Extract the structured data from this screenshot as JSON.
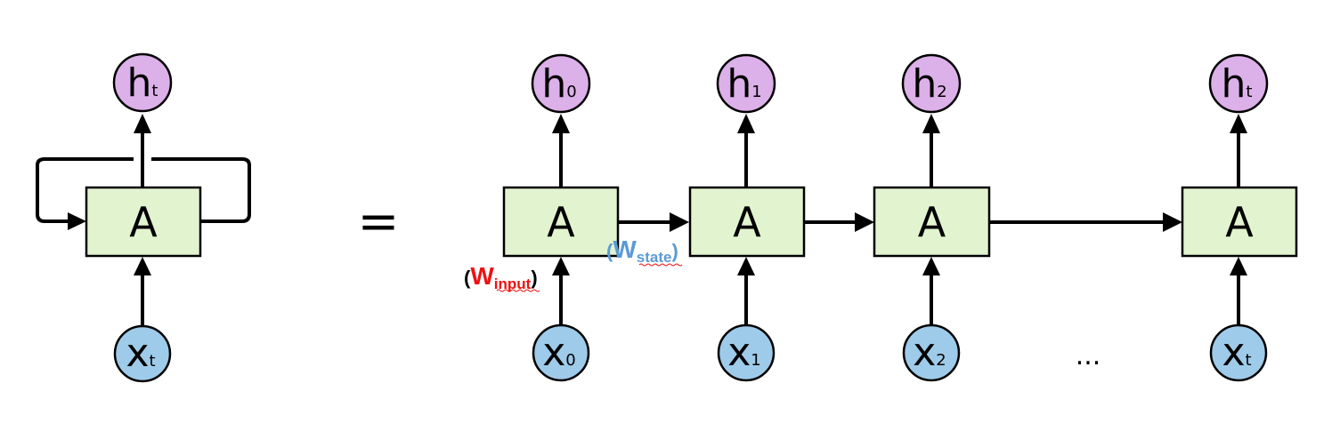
{
  "colors": {
    "cell_fill": "#e2f4cf",
    "output_fill": "#dcb0e8",
    "input_fill": "#9ecbe9",
    "w_input_color": "#ee1111",
    "w_state_color": "#5b9bd5",
    "paren_color": "#000000",
    "line_color": "#000000"
  },
  "folded": {
    "cell_label": "A",
    "output": {
      "main": "h",
      "sub": "t"
    },
    "input": {
      "main": "x",
      "sub": "t"
    }
  },
  "equals": "=",
  "unrolled": [
    {
      "cell_label": "A",
      "output": {
        "main": "h",
        "sub": "0"
      },
      "input": {
        "main": "x",
        "sub": "0"
      }
    },
    {
      "cell_label": "A",
      "output": {
        "main": "h",
        "sub": "1"
      },
      "input": {
        "main": "x",
        "sub": "1"
      }
    },
    {
      "cell_label": "A",
      "output": {
        "main": "h",
        "sub": "2"
      },
      "input": {
        "main": "x",
        "sub": "2"
      }
    },
    {
      "cell_label": "A",
      "output": {
        "main": "h",
        "sub": "t"
      },
      "input": {
        "main": "x",
        "sub": "t"
      }
    }
  ],
  "ellipsis": "...",
  "w_input": {
    "open": "(",
    "main": "W",
    "sub": "input",
    "close": ")"
  },
  "w_state": {
    "open": "(",
    "main": "W",
    "sub": "state",
    "close": ")"
  }
}
